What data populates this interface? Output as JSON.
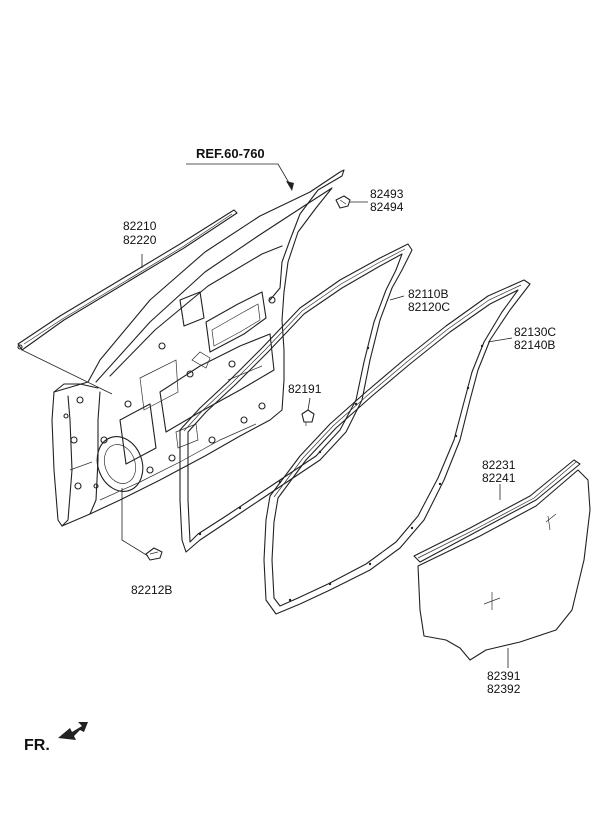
{
  "reference_label": "REF.60-760",
  "parts": {
    "clip_upper": {
      "line1": "82493",
      "line2": "82494"
    },
    "belt_molding_outer": {
      "line1": "82210",
      "line2": "82220"
    },
    "door_side_weatherstrip": {
      "line1": "82110B",
      "line2": "82120C"
    },
    "body_side_weatherstrip": {
      "line1": "82130C",
      "line2": "82140B"
    },
    "clip_middle": {
      "line1": "82191"
    },
    "grommet": {
      "line1": "82212B"
    },
    "belt_inside": {
      "line1": "82231",
      "line2": "82241"
    },
    "door_glass": {
      "line1": "82391",
      "line2": "82392"
    }
  },
  "direction_label": "FR."
}
